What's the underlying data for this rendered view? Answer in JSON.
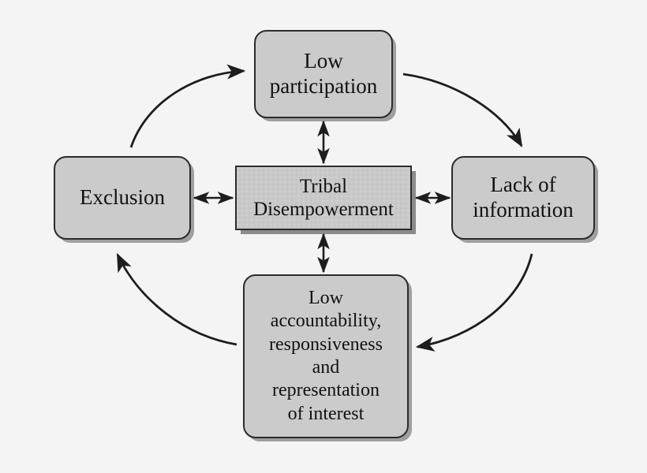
{
  "diagram": {
    "type": "cycle-diagram",
    "title": "Tribal Disempowerment",
    "background_color": "#f4f4f4",
    "node_fill_color": "#cbcbcb",
    "center_fill_color": "#c9c9c9",
    "border_color": "#2b2b2b",
    "text_color": "#111111",
    "nodes": [
      {
        "id": "center",
        "label": "Tribal\nDisempowerment",
        "shape": "rectangle",
        "position": "center"
      },
      {
        "id": "top",
        "label": "Low\nparticipation",
        "shape": "rounded-rectangle",
        "position": "top"
      },
      {
        "id": "left",
        "label": "Exclusion",
        "shape": "rounded-rectangle",
        "position": "left"
      },
      {
        "id": "right",
        "label": "Lack of\ninformation",
        "shape": "rounded-rectangle",
        "position": "right"
      },
      {
        "id": "bottom",
        "label": "Low\naccountability,\nresponsiveness\nand\nrepresentation\nof interest",
        "shape": "rounded-rectangle",
        "position": "bottom"
      }
    ],
    "connectors": [
      {
        "id": "left-center",
        "from": "left",
        "to": "center",
        "style": "double-arrow",
        "path": "straight"
      },
      {
        "id": "center-right",
        "from": "center",
        "to": "right",
        "style": "double-arrow",
        "path": "straight"
      },
      {
        "id": "top-center",
        "from": "top",
        "to": "center",
        "style": "double-arrow",
        "path": "straight"
      },
      {
        "id": "center-bottom",
        "from": "center",
        "to": "bottom",
        "style": "double-arrow",
        "path": "straight"
      },
      {
        "id": "left-to-top",
        "from": "left",
        "to": "top",
        "style": "single-arrow",
        "path": "curved"
      },
      {
        "id": "top-to-right",
        "from": "top",
        "to": "right",
        "style": "single-arrow",
        "path": "curved"
      },
      {
        "id": "right-to-bottom",
        "from": "right",
        "to": "bottom",
        "style": "single-arrow",
        "path": "curved"
      },
      {
        "id": "bottom-to-left",
        "from": "bottom",
        "to": "left",
        "style": "single-arrow",
        "path": "curved"
      }
    ]
  }
}
